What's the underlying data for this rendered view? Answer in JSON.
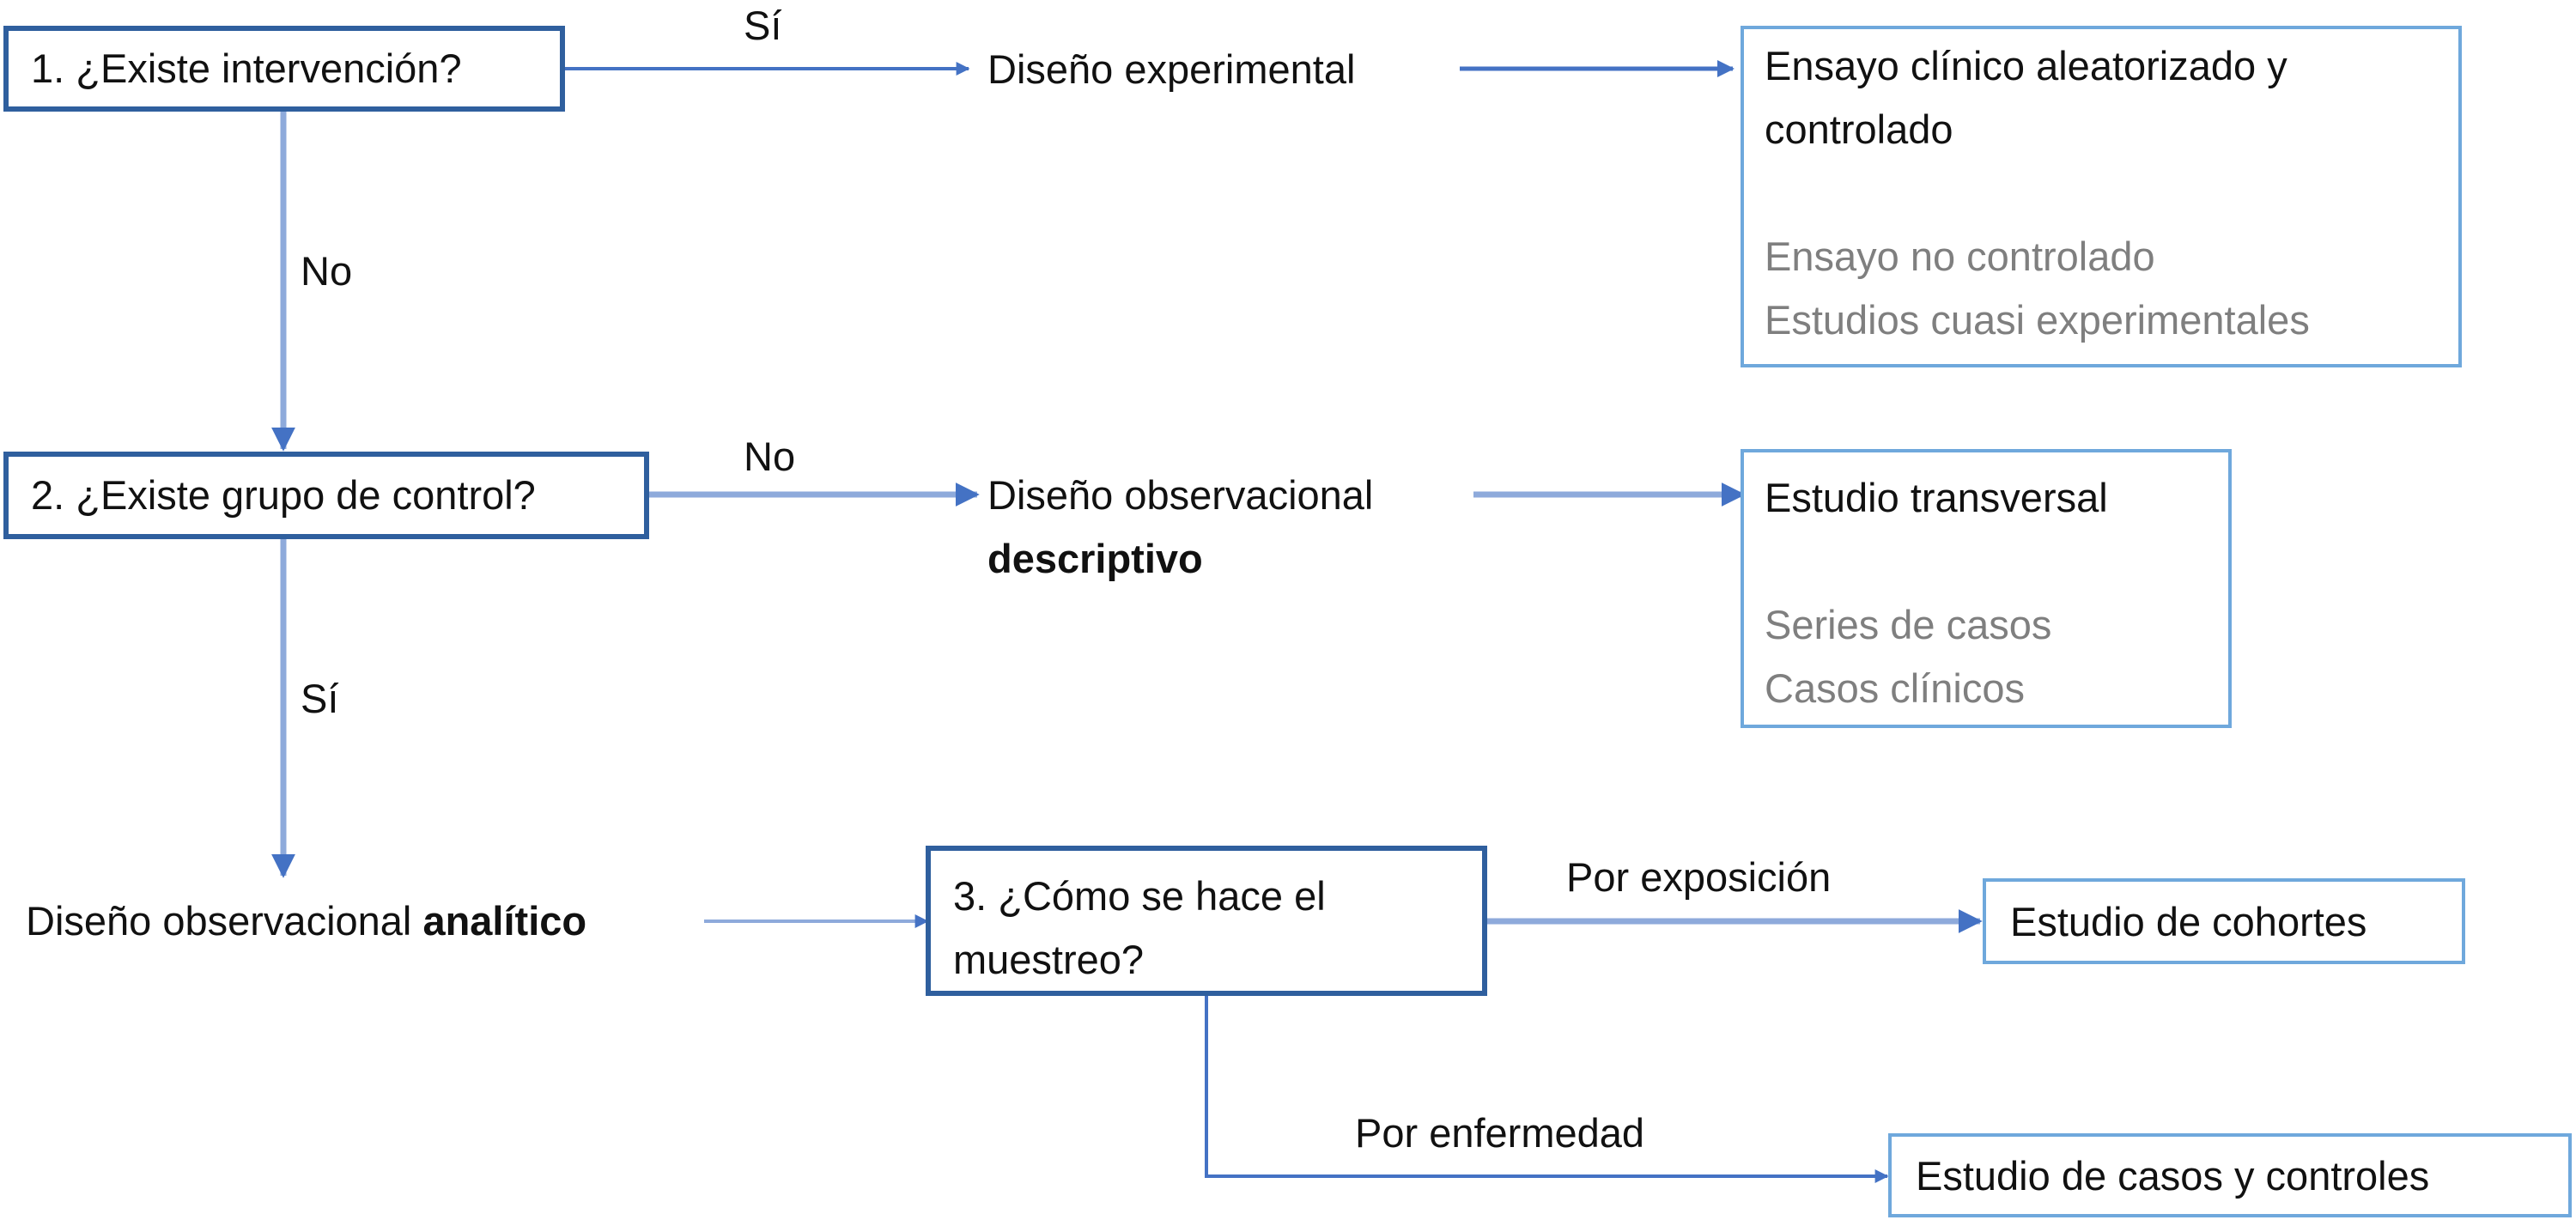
{
  "questions": {
    "q1": "1. ¿Existe intervención?",
    "q2": "2. ¿Existe grupo de control?",
    "q3_line1": "3. ¿Cómo se hace el",
    "q3_line2": "muestreo?"
  },
  "designs": {
    "experimental": "Diseño experimental",
    "descriptive_line1": "Diseño observacional",
    "descriptive_line2": "descriptivo",
    "analytic_prefix": "Diseño observacional ",
    "analytic_bold": "analítico"
  },
  "edge_labels": {
    "q1_yes": "Sí",
    "q1_no": "No",
    "q2_no": "No",
    "q2_yes": "Sí",
    "by_exposure": "Por exposición",
    "by_disease": "Por enfermedad"
  },
  "results": {
    "experimental": {
      "main_line1": "Ensayo clínico aleatorizado y",
      "main_line2": "controlado",
      "alt_1": "Ensayo no controlado",
      "alt_2": "Estudios cuasi experimentales"
    },
    "descriptive": {
      "main": "Estudio transversal",
      "alt_1": "Series de casos",
      "alt_2": "Casos clínicos"
    },
    "cohort": "Estudio de cohortes",
    "case_control": "Estudio de casos y controles"
  },
  "colors": {
    "question_border": "#2f5f9e",
    "result_border": "#6fa8dc",
    "connector": "#4472c4",
    "connector_light": "#8eaadb",
    "alt_text": "#7f7f7f"
  }
}
